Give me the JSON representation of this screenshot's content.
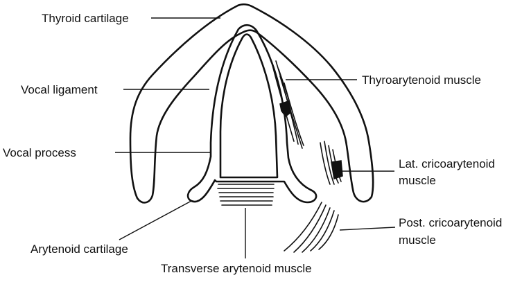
{
  "labels": {
    "thyroid_cartilage": "Thyroid cartilage",
    "vocal_ligament": "Vocal ligament",
    "vocal_process": "Vocal process",
    "arytenoid_cartilage": "Arytenoid cartilage",
    "transverse_arytenoid_muscle": "Transverse arytenoid muscle",
    "thyroarytenoid_muscle": "Thyroarytenoid muscle",
    "lat_cricoarytenoid_line1": "Lat. cricoarytenoid",
    "lat_cricoarytenoid_line2": "muscle",
    "post_cricoarytenoid_line1": "Post. cricoarytenoid",
    "post_cricoarytenoid_line2": "muscle"
  },
  "colors": {
    "ink": "#111111",
    "background": "#ffffff"
  }
}
